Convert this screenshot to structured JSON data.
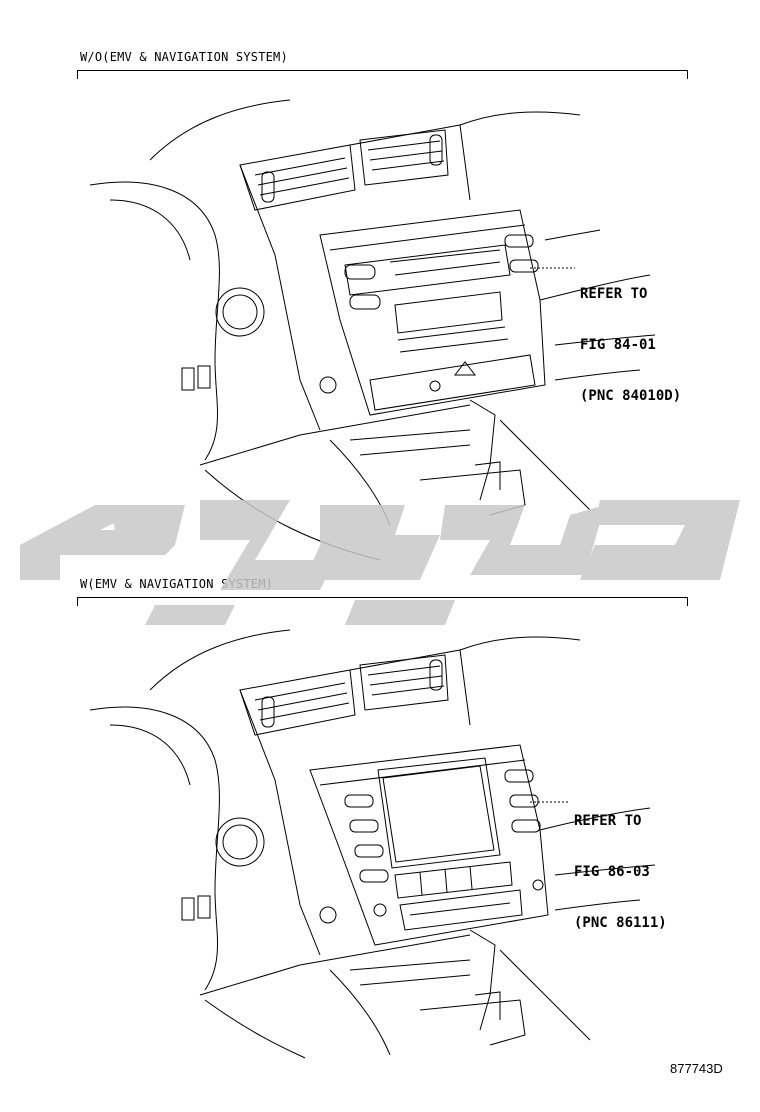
{
  "top_section": {
    "title": "W/O(EMV & NAVIGATION SYSTEM)",
    "callout": {
      "line1": "REFER TO",
      "line2": "FIG 84-01",
      "line3": "(PNC 84010D)"
    }
  },
  "bottom_section": {
    "title": "W(EMV & NAVIGATION SYSTEM)",
    "callout": {
      "line1": "REFER TO",
      "line2": "FIG 86-03",
      "line3": "(PNC 86111)"
    }
  },
  "figure_code": "877743D",
  "colors": {
    "line": "#000000",
    "watermark": "#c8c8c8",
    "background": "#ffffff"
  }
}
